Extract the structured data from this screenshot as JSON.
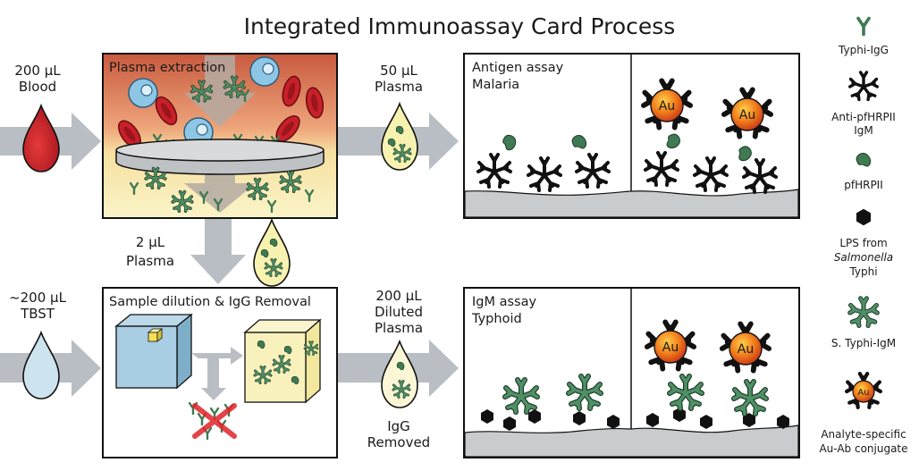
{
  "title": "Integrated Immunoassay Card Process",
  "inputs": {
    "blood_volume": "200 µL",
    "blood_label": "Blood",
    "buffer_volume": "~200 µL",
    "buffer_label": "TBST"
  },
  "flow_labels": {
    "plasma_50_volume": "50 µL",
    "plasma_50_label": "Plasma",
    "plasma_2_volume": "2 µL",
    "plasma_2_label": "Plasma",
    "diluted_volume": "200 µL",
    "diluted_line2": "Diluted",
    "diluted_line3": "Plasma",
    "igg_removed_line1": "IgG",
    "igg_removed_line2": "Removed"
  },
  "panels": {
    "plasma_extraction": "Plasma extraction",
    "sample_dilution": "Sample dilution & IgG Removal",
    "antigen_assay_line1": "Antigen assay",
    "antigen_assay_line2": "Malaria",
    "igm_assay_line1": "IgM assay",
    "igm_assay_line2": "Typhoid",
    "gold_label": "Au"
  },
  "legend": {
    "typhi_igg": "Typhi-IgG",
    "anti_pfhrp2_line1": "Anti-pfHRPII",
    "anti_pfhrp2_line2": "IgM",
    "pfhrp2": "pfHRPII",
    "lps_line1": "LPS from",
    "lps_line2": "Salmonella",
    "lps_line3": "Typhi",
    "s_typhi_igm": "S. Typhi-IgM",
    "conjugate_line1": "Analyte-specific",
    "conjugate_line2": "Au-Ab conjugate"
  },
  "colors": {
    "blood_red": "#c8202a",
    "plasma_yellow": "#f7f2b0",
    "buffer_blue": "#cde4ef",
    "antibody_green": "#3f7a52",
    "arrow_gray": "#b9bec4",
    "gold_orange": "#e8741c"
  }
}
